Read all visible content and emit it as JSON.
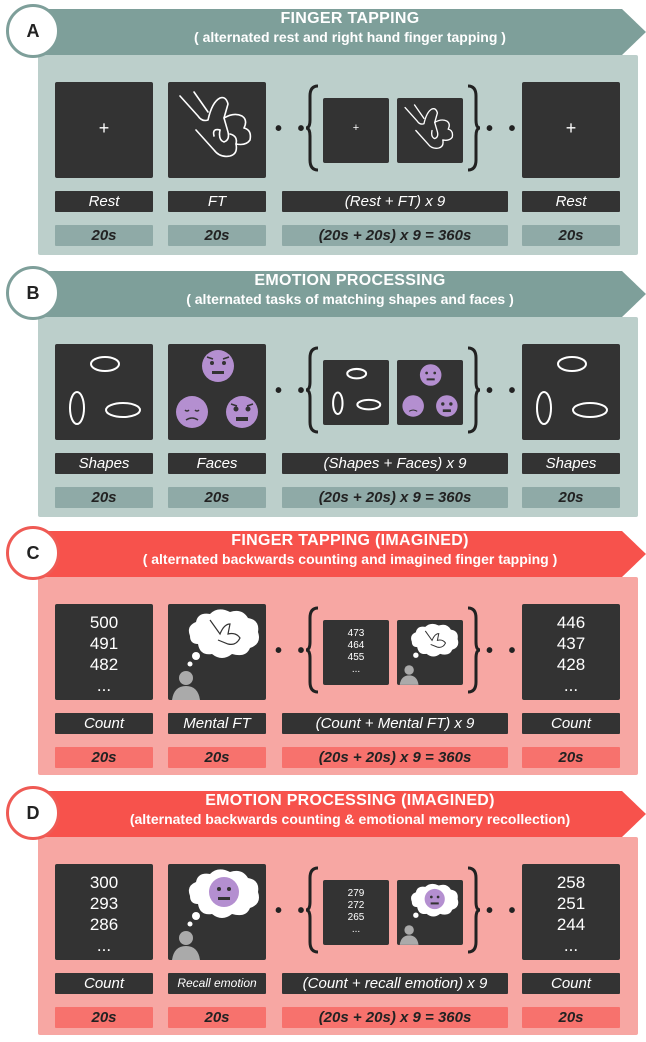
{
  "panels": [
    {
      "letter": "A",
      "title": "FINGER TAPPING",
      "subtitle": "( alternated rest and right hand finger tapping )",
      "labels": [
        "Rest",
        "FT",
        "(Rest + FT) x 9",
        "Rest"
      ],
      "durations": [
        "20s",
        "20s",
        "(20s + 20s) x 9 = 360s",
        "20s"
      ],
      "screens": {
        "plus": "+"
      }
    },
    {
      "letter": "B",
      "title": "EMOTION PROCESSING",
      "subtitle": "( alternated tasks of matching shapes and faces )",
      "labels": [
        "Shapes",
        "Faces",
        "(Shapes + Faces) x 9",
        "Shapes"
      ],
      "durations": [
        "20s",
        "20s",
        "(20s + 20s) x 9 = 360s",
        "20s"
      ]
    },
    {
      "letter": "C",
      "title": "FINGER TAPPING (IMAGINED)",
      "subtitle": "( alternated backwards counting and imagined finger tapping )",
      "labels": [
        "Count",
        "Mental FT",
        "(Count + Mental FT) x 9",
        "Count"
      ],
      "durations": [
        "20s",
        "20s",
        "(20s + 20s) x 9 = 360s",
        "20s"
      ],
      "numbers": {
        "first": [
          "500",
          "491",
          "482",
          "..."
        ],
        "middle": [
          "473",
          "464",
          "455",
          "..."
        ],
        "last": [
          "446",
          "437",
          "428",
          "..."
        ]
      }
    },
    {
      "letter": "D",
      "title": "EMOTION PROCESSING (IMAGINED)",
      "subtitle": "(alternated backwards counting & emotional memory recollection)",
      "labels": [
        "Count",
        "Recall emotion",
        "(Count + recall emotion) x 9",
        "Count"
      ],
      "durations": [
        "20s",
        "20s",
        "(20s + 20s) x 9 = 360s",
        "20s"
      ],
      "numbers": {
        "first": [
          "300",
          "293",
          "286",
          "..."
        ],
        "middle": [
          "279",
          "272",
          "265",
          "..."
        ],
        "last": [
          "258",
          "251",
          "244",
          "..."
        ]
      }
    }
  ],
  "colors": {
    "teal_banner": "#7e9f9a",
    "teal_box": "#bccfcb",
    "red_banner": "#f7524c",
    "red_box": "#f7a7a3",
    "face": "#b48fd0",
    "screen": "#333333"
  },
  "dots": "• •"
}
